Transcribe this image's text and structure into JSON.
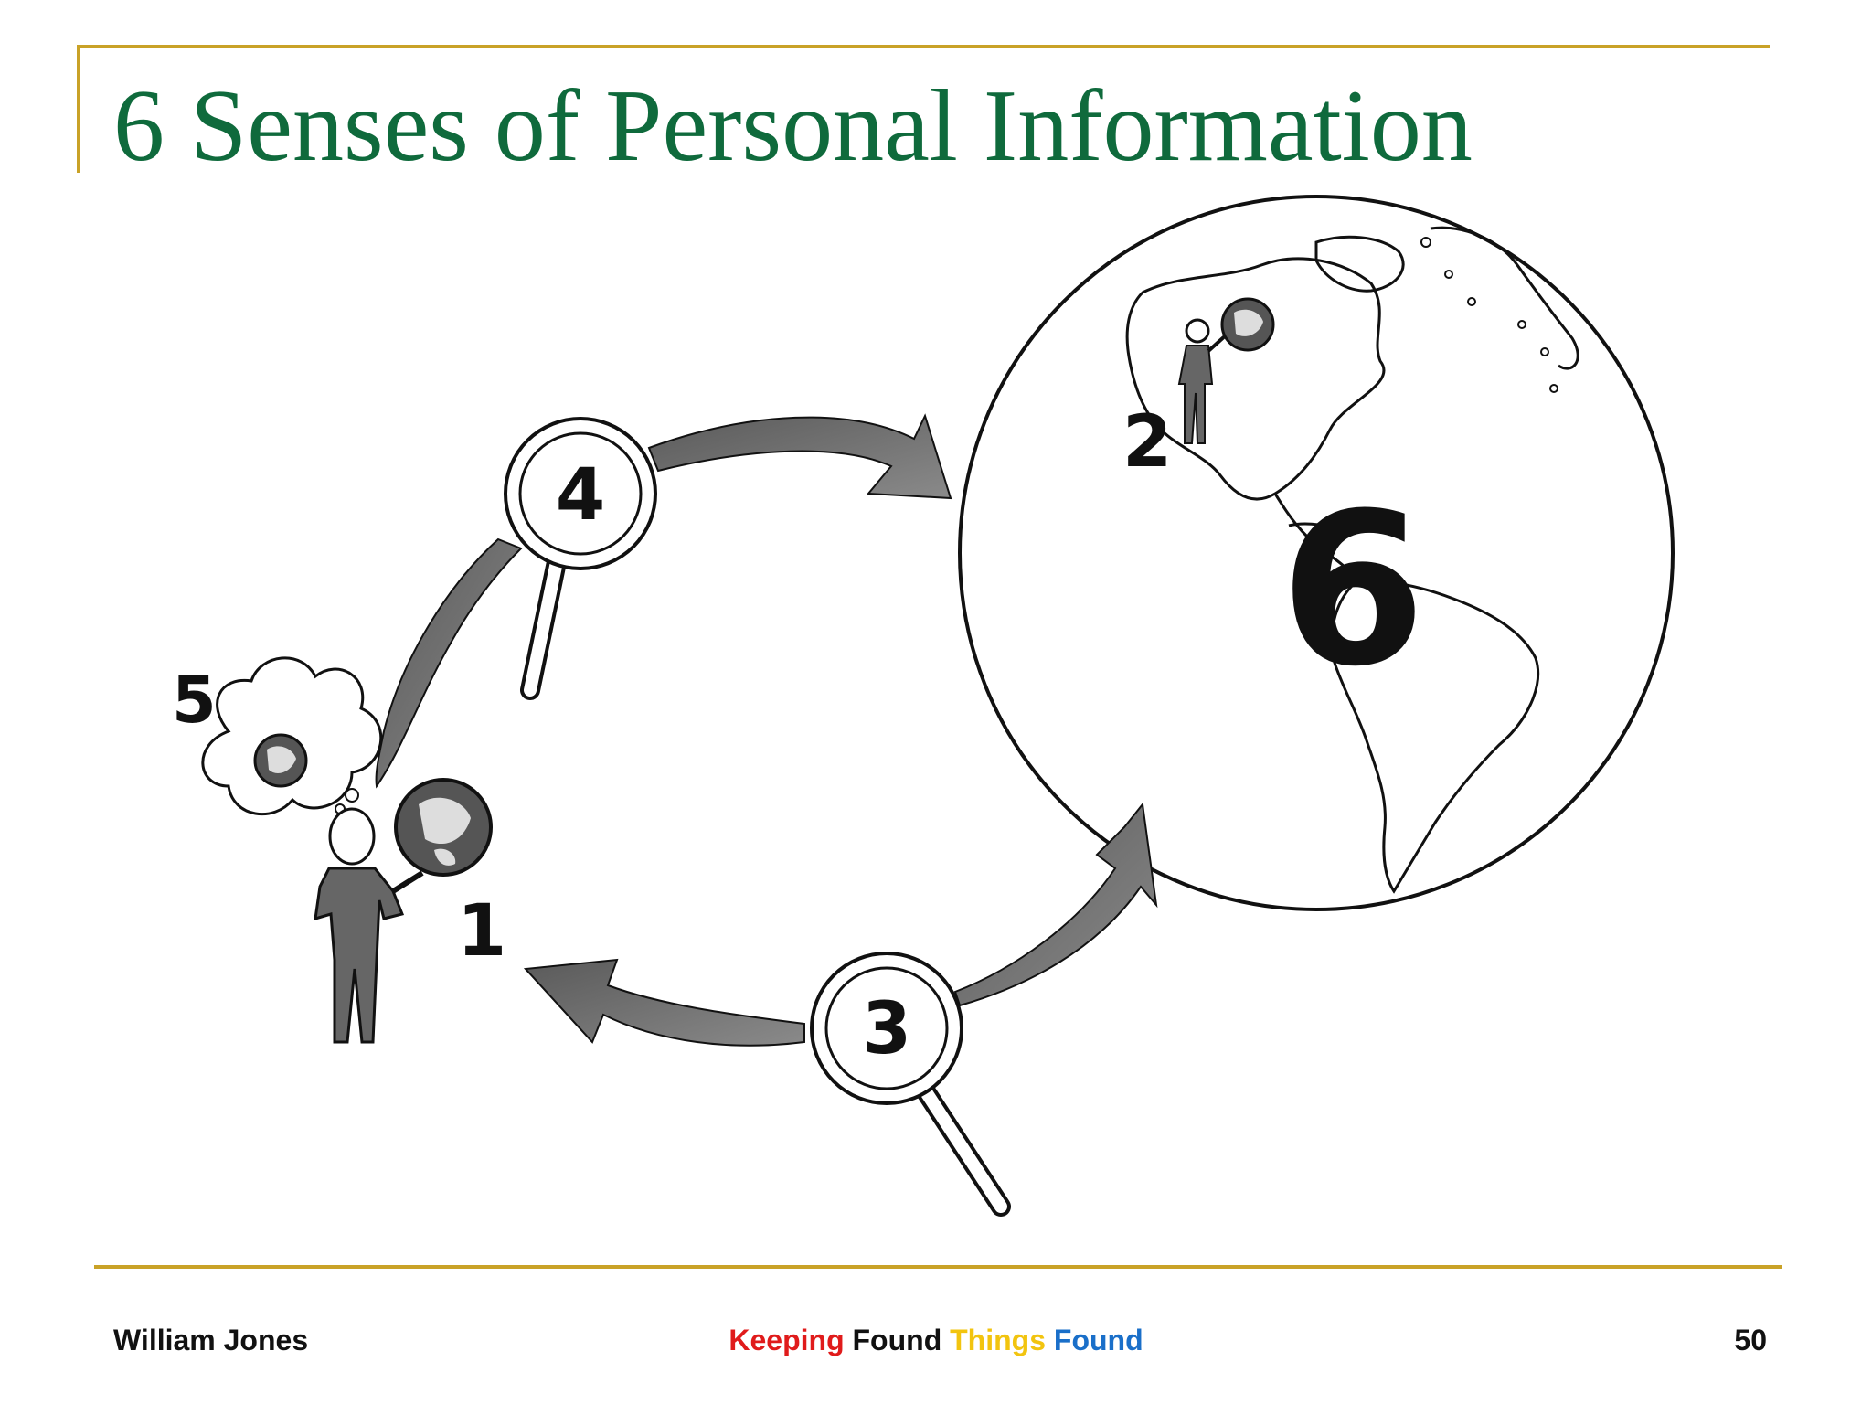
{
  "slide": {
    "title": "6 Senses of Personal Information"
  },
  "illustration": {
    "labels": [
      "1",
      "2",
      "3",
      "4",
      "5",
      "6"
    ]
  },
  "footer": {
    "author": "William Jones",
    "tagline": [
      {
        "text": "Keeping",
        "color": "#e01b1b"
      },
      {
        "text": "Found",
        "color": "#111111"
      },
      {
        "text": "Things",
        "color": "#f2c40f"
      },
      {
        "text": "Found",
        "color": "#1a6fc9"
      }
    ],
    "page_number": "50"
  },
  "colors": {
    "accent_rule": "#c9a227",
    "title": "#0f6a3c"
  }
}
